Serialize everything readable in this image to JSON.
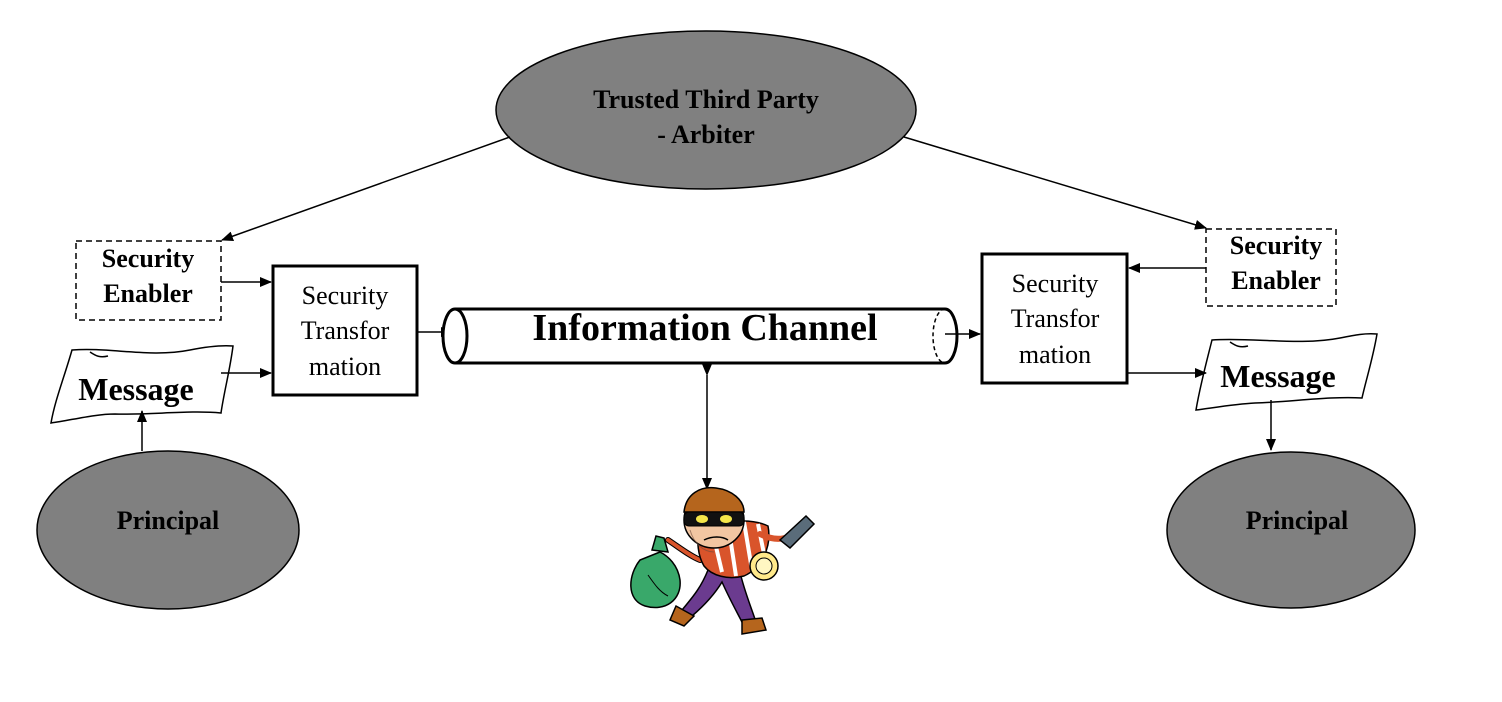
{
  "ttp": {
    "line1": "Trusted Third Party",
    "line2": "- Arbiter"
  },
  "left": {
    "enabler": {
      "line1": "Security",
      "line2": "Enabler"
    },
    "transformation": {
      "line1": "Security",
      "line2": "Transfor",
      "line3": "mation"
    },
    "message": "Message",
    "principal": "Principal"
  },
  "right": {
    "enabler": {
      "line1": "Security",
      "line2": "Enabler"
    },
    "transformation": {
      "line1": "Security",
      "line2": "Transfor",
      "line3": "mation"
    },
    "message": "Message",
    "principal": "Principal"
  },
  "channel": {
    "label": "Information Channel"
  },
  "attacker": {
    "icon": "burglar-icon"
  },
  "colors": {
    "ellipse_fill": "#808080",
    "attacker_bag": "#39a86a",
    "attacker_shirt": "#d9542b",
    "attacker_pants": "#6b3b8f"
  }
}
